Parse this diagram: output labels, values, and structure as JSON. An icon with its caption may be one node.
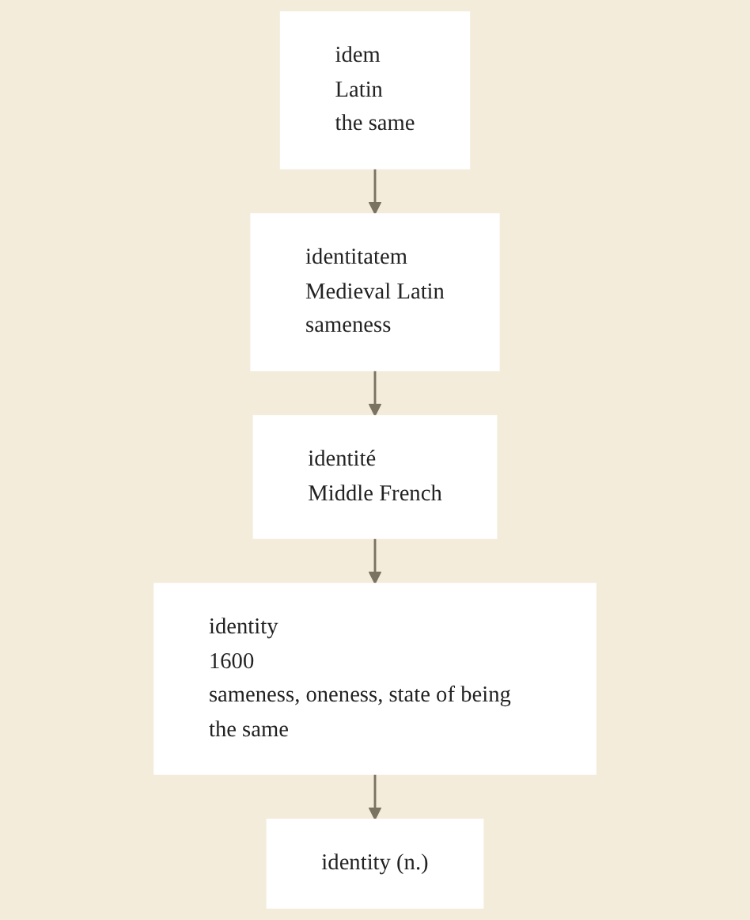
{
  "diagram": {
    "nodes": [
      {
        "text": [
          "idem",
          "Latin",
          "the same"
        ]
      },
      {
        "text": [
          "identitatem",
          "Medieval Latin",
          "sameness"
        ]
      },
      {
        "text": [
          "identité",
          "Middle French"
        ]
      },
      {
        "text": [
          "identity",
          "1600",
          "sameness, oneness, state of being the same"
        ]
      },
      {
        "text": [
          "identity (n.)"
        ]
      }
    ],
    "edges": [
      {
        "from": 0,
        "to": 1,
        "arrow": "to"
      },
      {
        "from": 1,
        "to": 2,
        "arrow": "to"
      },
      {
        "from": 2,
        "to": 3,
        "arrow": "to"
      },
      {
        "from": 3,
        "to": 4,
        "arrow": "to"
      }
    ]
  }
}
